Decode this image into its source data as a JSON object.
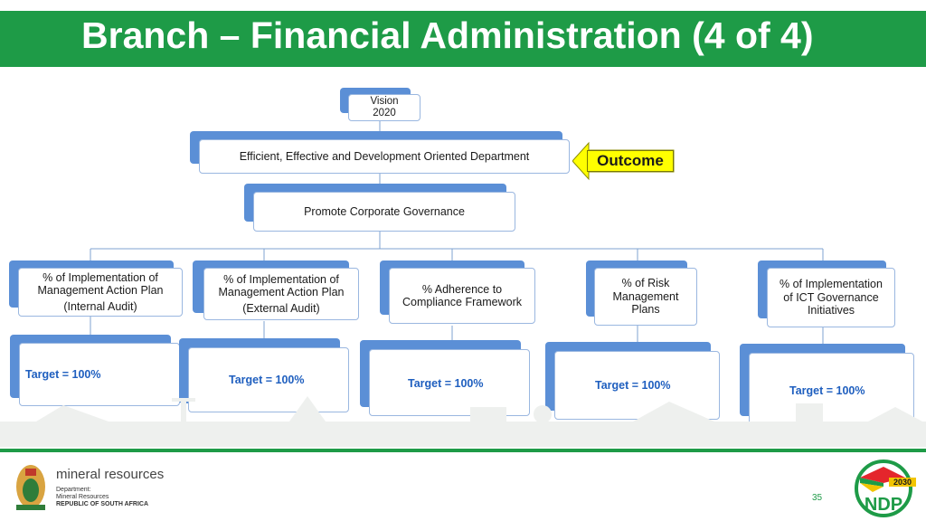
{
  "title": "Branch – Financial Administration (4 of 4)",
  "vision": {
    "line1": "Vision",
    "line2": "2020"
  },
  "outcome_box": "Efficient, Effective and Development Oriented Department",
  "outcome_label": "Outcome",
  "governance_box": "Promote Corporate Governance",
  "indicators": [
    {
      "lines": [
        "% of Implementation of",
        "Management Action Plan",
        "(Internal Audit)"
      ],
      "target": "Target = 100%"
    },
    {
      "lines": [
        "% of Implementation of",
        "Management Action Plan",
        "(External Audit)"
      ],
      "target": "Target = 100%"
    },
    {
      "lines": [
        "% Adherence to",
        "Compliance Framework"
      ],
      "target": "Target = 100%"
    },
    {
      "lines": [
        "% of Risk",
        "Management",
        "Plans"
      ],
      "target": "Target = 100%"
    },
    {
      "lines": [
        "% of Implementation",
        "of ICT Governance",
        "Initiatives"
      ],
      "target": "Target = 100%"
    }
  ],
  "footer": {
    "logo_title": "mineral resources",
    "logo_line1": "Department:",
    "logo_line2": "Mineral Resources",
    "logo_line3": "REPUBLIC OF SOUTH AFRICA",
    "page_number": "35",
    "ndp_year": "2030",
    "ndp_text": "NDP"
  },
  "colors": {
    "green": "#1e9b47",
    "blue": "#5b8fd6",
    "target_text": "#1f5fbf",
    "outcome_yellow": "#ffff00"
  }
}
